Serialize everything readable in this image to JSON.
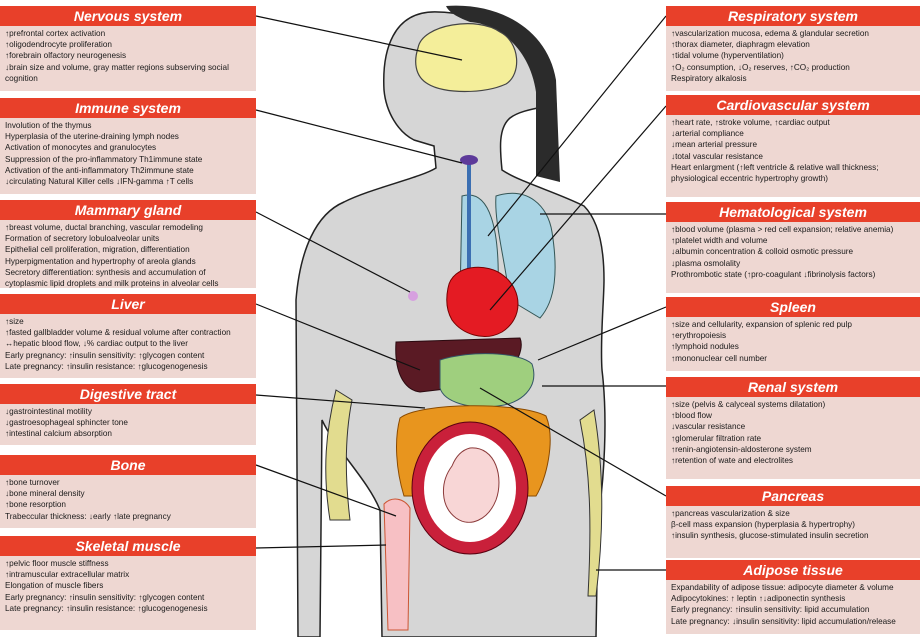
{
  "colors": {
    "header_bg": "#e8402a",
    "panel_bg": "#eed7d2",
    "body_fill": "#d6d6d6",
    "hair": "#2b2b2b",
    "brain": "#f4ee9a",
    "heart": "#e41b23",
    "lungs": "#a9d4e4",
    "liver": "#5a1a24",
    "stomach": "#9fcf7e",
    "intestine": "#e8951e",
    "uterus": "#c9203a",
    "adipose": "#e2dc8f"
  },
  "panels": {
    "nervous": {
      "title": "Nervous system",
      "items": [
        "↑prefrontal cortex activation",
        "↑oligodendrocyte proliferation",
        "↑forebrain olfactory neurogenesis",
        "↓brain size and volume, gray matter regions subserving social cognition"
      ]
    },
    "immune": {
      "title": "Immune system",
      "items": [
        "Involution of the thymus",
        "Hyperplasia of the uterine-draining lymph nodes",
        "Activation of monocytes and granulocytes",
        "Suppression of the pro-inflammatory Th1immune state",
        "Activation of the anti-inflammatory Th2immune state",
        "↓circulating Natural Killer cells ↓IFN-gamma ↑T cells"
      ]
    },
    "mammary": {
      "title": "Mammary gland",
      "items": [
        "↑breast volume, ductal branching, vascular remodeling",
        "Formation of secretory lobuloalveolar units",
        "Epithelial cell proliferation, migration, differentiation",
        "Hyperpigmentation and hypertrophy of areola glands",
        "Secretory differentiation: synthesis and accumulation of",
        "cytoplasmic lipid droplets and milk proteins in alveolar cells"
      ]
    },
    "liver": {
      "title": "Liver",
      "items": [
        "↑size",
        "↑fasted gallbladder volume & residual volume after contraction",
        "↔hepatic blood flow, ↓% cardiac output to the liver",
        "Early pregnancy: ↑insulin sensitivity: ↑glycogen content",
        "Late pregnancy: ↑insulin resistance: ↑glucogenogenesis"
      ]
    },
    "digestive": {
      "title": "Digestive tract",
      "items": [
        "↓gastrointestinal motility",
        "↓gastroesophageal sphincter tone",
        "↑intestinal calcium absorption"
      ]
    },
    "bone": {
      "title": "Bone",
      "items": [
        "↑bone turnover",
        "↓bone mineral density",
        "↑bone resorption",
        "Trabeccular thickness: ↓early ↑late pregnancy"
      ]
    },
    "skeletal": {
      "title": "Skeletal muscle",
      "items": [
        "↑pelvic floor muscle stiffness",
        "↑intramuscular extracellular matrix",
        "Elongation of muscle fibers",
        "Early pregnancy: ↑insulin sensitivity: ↑glycogen content",
        "Late pregnancy: ↑insulin resistance: ↑glucogenogenesis"
      ]
    },
    "respiratory": {
      "title": "Respiratory system",
      "items": [
        "↑vascularization mucosa, edema & glandular secretion",
        "↑thorax diameter, diaphragm elevation",
        "↑tidal volume (hyperventilation)",
        "↑O₂ consumption, ↓O₂ reserves, ↑CO₂ production",
        "Respiratory alkalosis"
      ]
    },
    "cardio": {
      "title": "Cardiovascular system",
      "items": [
        "↑heart rate, ↑stroke volume, ↑cardiac output",
        "↓arterial compliance",
        "↓mean arterial pressure",
        "↓total vascular resistance",
        "Heart enlargment (↑left ventricle & relative wall thickness;",
        "physiological eccentric hypertrophy growth)"
      ]
    },
    "hemato": {
      "title": "Hematological system",
      "items": [
        "↑blood volume (plasma > red cell expansion; relative anemia)",
        "↑platelet width and volume",
        "↓albumin concentration & colloid osmotic pressure",
        "↓plasma osmolality",
        "Prothrombotic state (↑pro-coagulant ↓fibrinolysis factors)"
      ]
    },
    "spleen": {
      "title": "Spleen",
      "items": [
        "↑size and cellularity, expansion of splenic red pulp",
        "↑erythropoiesis",
        "↑lymphoid nodules",
        "↑mononuclear cell number"
      ]
    },
    "renal": {
      "title": "Renal system",
      "items": [
        "↑size (pelvis & calyceal systems dilatation)",
        "↑blood flow",
        "↓vascular resistance",
        "↑glomerular filtration rate",
        "↑renin-angiotensin-aldosterone system",
        "↑retention of wate and electrolites"
      ]
    },
    "pancreas": {
      "title": "Pancreas",
      "items": [
        "↑pancreas vascularization & size",
        "β-cell mass expansion (hyperplasia & hypertrophy)",
        "↑insulin synthesis, glucose-stimulated insulin secretion"
      ]
    },
    "adipose": {
      "title": "Adipose tissue",
      "items": [
        "Expandability of adipose tissue: adipocyte diameter & volume",
        "Adipocytokines: ↑ leptin ↑↓adiponectin synthesis",
        "Early pregnancy: ↑insulin sensitivity: lipid accumulation",
        "Late pregnancy: ↓insulin sensitivity: lipid accumulation/release"
      ]
    }
  }
}
